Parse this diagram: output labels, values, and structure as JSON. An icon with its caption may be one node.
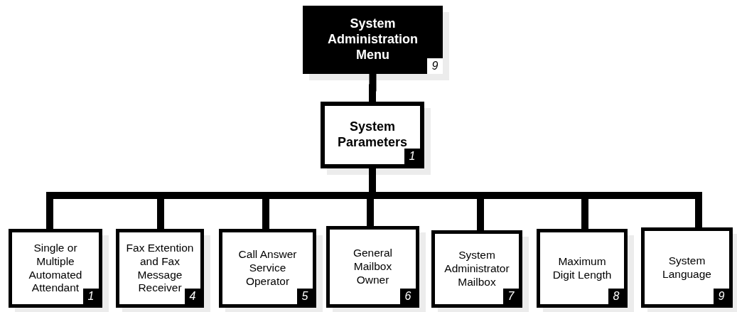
{
  "diagram": {
    "nodes": [
      {
        "text": [
          "System Administration Menu",
          "9"
        ]
      },
      {
        "text": [
          "System Parameters",
          "1"
        ]
      },
      {
        "text": [
          "Single or Multiple Automated Attendant",
          "1"
        ]
      },
      {
        "text": [
          "Fax Extention and Fax Message Receiver",
          "4"
        ]
      },
      {
        "text": [
          "Call Answer Service Operator",
          "5"
        ]
      },
      {
        "text": [
          "General Mailbox Owner",
          "6"
        ]
      },
      {
        "text": [
          "System Administrator Mailbox",
          "7"
        ]
      },
      {
        "text": [
          "Maximum Digit Length",
          "8"
        ]
      },
      {
        "text": [
          "System Language",
          "9"
        ]
      }
    ],
    "edges": [
      {
        "from": 0,
        "to": 1,
        "arrow": "none"
      },
      {
        "from": 1,
        "to": 2,
        "arrow": "none"
      },
      {
        "from": 1,
        "to": 3,
        "arrow": "none"
      },
      {
        "from": 1,
        "to": 4,
        "arrow": "none"
      },
      {
        "from": 1,
        "to": 5,
        "arrow": "none"
      },
      {
        "from": 1,
        "to": 6,
        "arrow": "none"
      },
      {
        "from": 1,
        "to": 7,
        "arrow": "none"
      },
      {
        "from": 1,
        "to": 8,
        "arrow": "none"
      }
    ]
  }
}
